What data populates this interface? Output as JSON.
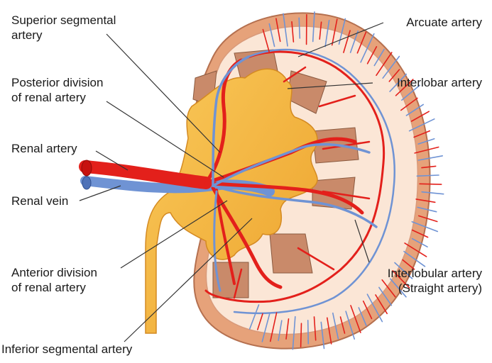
{
  "labels": {
    "superior_segmental": [
      "Superior segmental",
      "artery"
    ],
    "posterior_division": [
      "Posterior division",
      "of renal artery"
    ],
    "renal_artery": [
      "Renal artery"
    ],
    "renal_vein": [
      "Renal vein"
    ],
    "anterior_division": [
      "Anterior division",
      "of renal artery"
    ],
    "inferior_segmental": [
      "Inferior segmental artery"
    ],
    "arcuate": [
      "Arcuate artery"
    ],
    "interlobar": [
      "Interlobar artery"
    ],
    "interlobular": [
      "Interlobular artery",
      "(Straight artery)"
    ]
  },
  "colors": {
    "capsule": "#e6a27a",
    "capsule_inner": "#f7d8c4",
    "cortex": "#fbe6d6",
    "pelvis": "#f6b93e",
    "pelvis_dark": "#e89a2a",
    "pyramid": "#c98a6a",
    "artery": "#e3201b",
    "vein": "#6f93d4",
    "leader": "#333333"
  }
}
